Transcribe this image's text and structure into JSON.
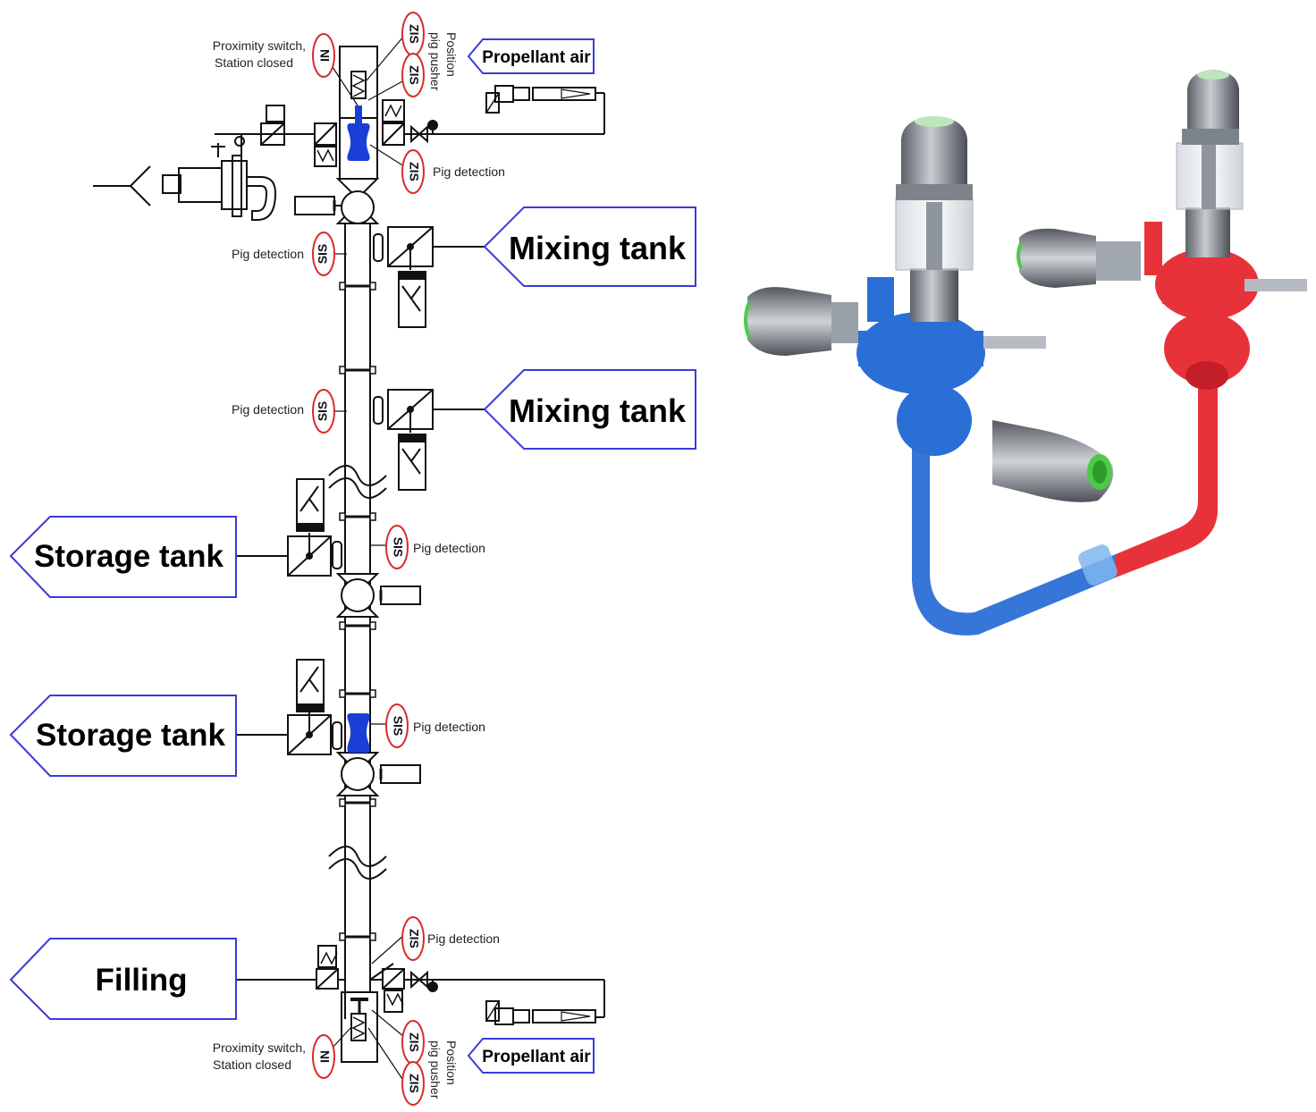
{
  "labels": {
    "propellant_air_top": "Propellant air",
    "propellant_air_bottom": "Propellant air",
    "prox_top_line1": "Proximity switch,",
    "prox_top_line2": "Station closed",
    "prox_bottom_line1": "Proximity switch,",
    "prox_bottom_line2": "Station closed",
    "position_top_line1": "Position",
    "position_top_line2": "pig pusher",
    "position_bottom_line1": "Position",
    "position_bottom_line2": "pig pusher",
    "pig_detection": "Pig detection"
  },
  "destinations": {
    "mixing_tank_1": "Mixing tank",
    "mixing_tank_2": "Mixing tank",
    "storage_tank_1": "Storage tank",
    "storage_tank_2": "Storage tank",
    "filling": "Filling"
  },
  "tags": {
    "ni": "NI",
    "zis": "ZIS",
    "sis": "SIS"
  },
  "colors": {
    "pig": "#1a3fd6",
    "arrow_border": "#3b3bd9",
    "tag_ellipse": "#d92b2b",
    "pipe_blue": "#2a6fd6",
    "pipe_red": "#e8323a"
  }
}
